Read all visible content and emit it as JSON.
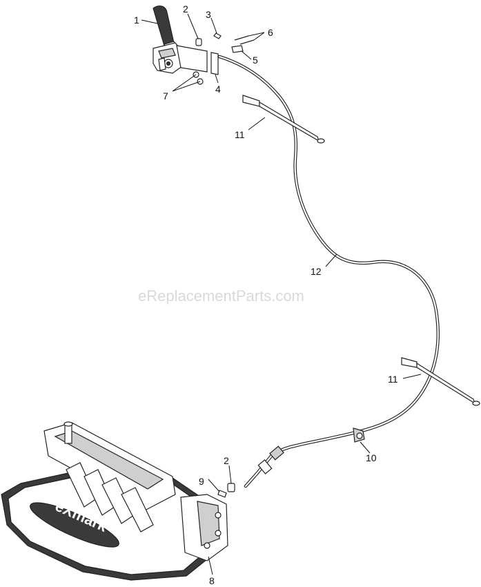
{
  "watermark": "eReplacementParts.com",
  "logo": "eXmark",
  "callouts": {
    "c1": "1",
    "c2a": "2",
    "c3": "3",
    "c6": "6",
    "c5": "5",
    "c7": "7",
    "c4": "4",
    "c11a": "11",
    "c12": "12",
    "c11b": "11",
    "c10": "10",
    "c2b": "2",
    "c9": "9",
    "c8": "8"
  }
}
